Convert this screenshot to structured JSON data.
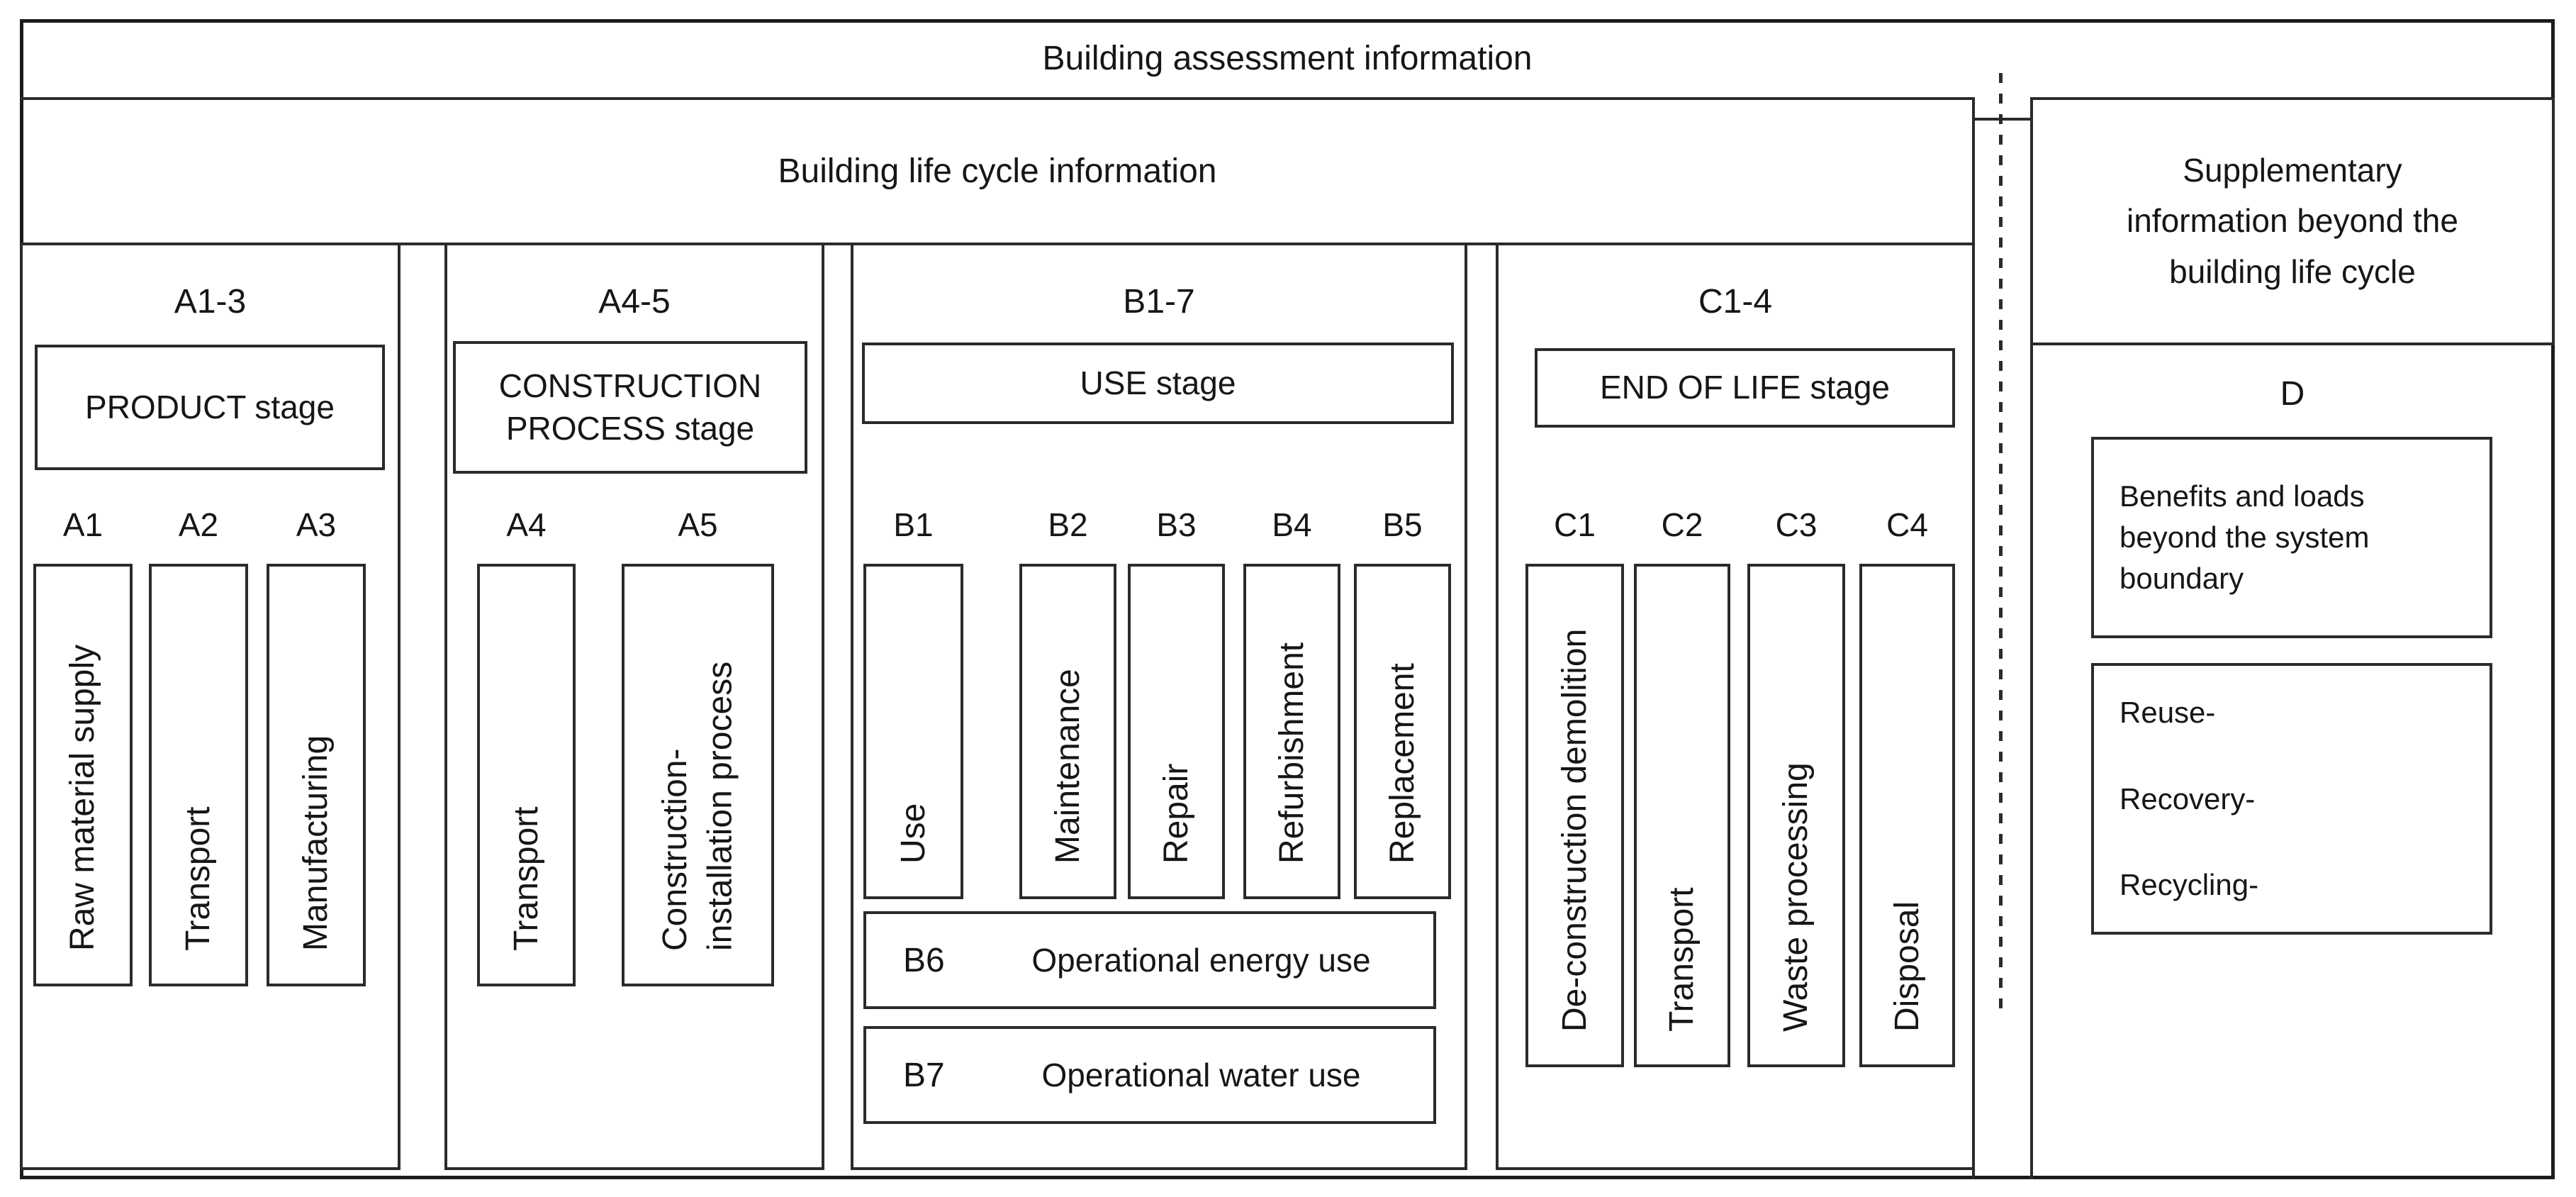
{
  "style": {
    "ink": "#2b2b2b",
    "background": "#ffffff"
  },
  "banner": {
    "title": "Building assessment information"
  },
  "life_cycle": {
    "title": "Building life cycle information"
  },
  "stages": [
    {
      "code": "A1-3",
      "name": "PRODUCT stage",
      "modules": [
        {
          "code": "A1",
          "label": "Raw material supply"
        },
        {
          "code": "A2",
          "label": "Transport"
        },
        {
          "code": "A3",
          "label": "Manufacturing"
        }
      ]
    },
    {
      "code": "A4-5",
      "name": "CONSTRUCTION\nPROCESS stage",
      "modules": [
        {
          "code": "A4",
          "label": "Transport"
        },
        {
          "code": "A5",
          "label": "Construction-\ninstallation process"
        }
      ]
    },
    {
      "code": "B1-7",
      "name": "USE stage",
      "modules": [
        {
          "code": "B1",
          "label": "Use"
        },
        {
          "code": "B2",
          "label": "Maintenance"
        },
        {
          "code": "B3",
          "label": "Repair"
        },
        {
          "code": "B4",
          "label": "Refurbishment"
        },
        {
          "code": "B5",
          "label": "Replacement"
        }
      ],
      "wide_modules": [
        {
          "code": "B6",
          "label": "Operational energy use"
        },
        {
          "code": "B7",
          "label": "Operational water use"
        }
      ]
    },
    {
      "code": "C1-4",
      "name": "END OF LIFE stage",
      "modules": [
        {
          "code": "C1",
          "label": "De-construction demolition"
        },
        {
          "code": "C2",
          "label": "Transport"
        },
        {
          "code": "C3",
          "label": "Waste processing"
        },
        {
          "code": "C4",
          "label": "Disposal"
        }
      ]
    }
  ],
  "supplementary": {
    "title": "Supplementary\ninformation beyond the\nbuilding life cycle",
    "code": "D",
    "benefits_label": "Benefits and loads\nbeyond the system\nboundary",
    "loops_label": "Reuse-\nRecovery-\nRecycling-"
  }
}
